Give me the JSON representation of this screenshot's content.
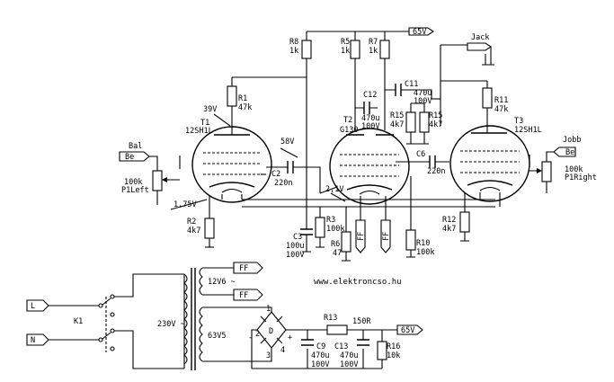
{
  "labels": {
    "r8": "R8",
    "r8v": "1k",
    "r5": "R5",
    "r5v": "1k",
    "r7": "R7",
    "r7v": "1k",
    "supply_top": "65V",
    "jack": "Jack",
    "c11": "C11",
    "c11v1": "470u",
    "c11v2": "100V",
    "c12": "C12",
    "c12v1": "470u",
    "c12v2": "100V",
    "r15a": "R15",
    "r15av": "4k7",
    "r15b": "R15",
    "r15bv": "4k7",
    "r11": "R11",
    "r11v": "47k",
    "r1": "R1",
    "r1v": "47k",
    "v39": "39V",
    "t1": "T1",
    "t1type": "12SH1L",
    "t2": "T2",
    "t2type": "G130",
    "t3": "T3",
    "t3type": "12SH1L",
    "v58": "58V",
    "bal": "Bal",
    "bal_in": "Be",
    "jobb": "Jobb",
    "jobb_in": "Be",
    "p1left_v": "100k",
    "p1left": "P1Left",
    "p1right_v": "100k",
    "p1right": "P1Right",
    "c2": "C2",
    "c2v": "220n",
    "c6": "C6",
    "c6v": "220n",
    "v175": "1,75V",
    "v21": "2,1V",
    "r2": "R2",
    "r2v": "4k7",
    "r3": "R3",
    "r3v": "100k",
    "r6": "R6",
    "r6v": "47",
    "r10": "R10",
    "r10v": "100k",
    "r12": "R12",
    "r12v": "4k7",
    "c3": "C3",
    "c3v1": "100u",
    "c3v2": "100V",
    "ff": "FF",
    "l": "L",
    "n": "N",
    "k1": "K1",
    "v230": "230V ~",
    "v12": "12V6 ~",
    "v63": "63V5",
    "d": "D",
    "r13": "R13",
    "r13v": "150R",
    "supply_bottom": "65V",
    "c9": "C9",
    "c9v1": "470u",
    "c9v2": "100V",
    "c13": "C13",
    "c13v1": "470u",
    "c13v2": "100V",
    "r16": "R16",
    "r16v": "10k",
    "website": "www.elektroncso.hu",
    "plus": "+",
    "minus": "-",
    "one": "1",
    "two": "2",
    "three": "3",
    "four": "4"
  }
}
